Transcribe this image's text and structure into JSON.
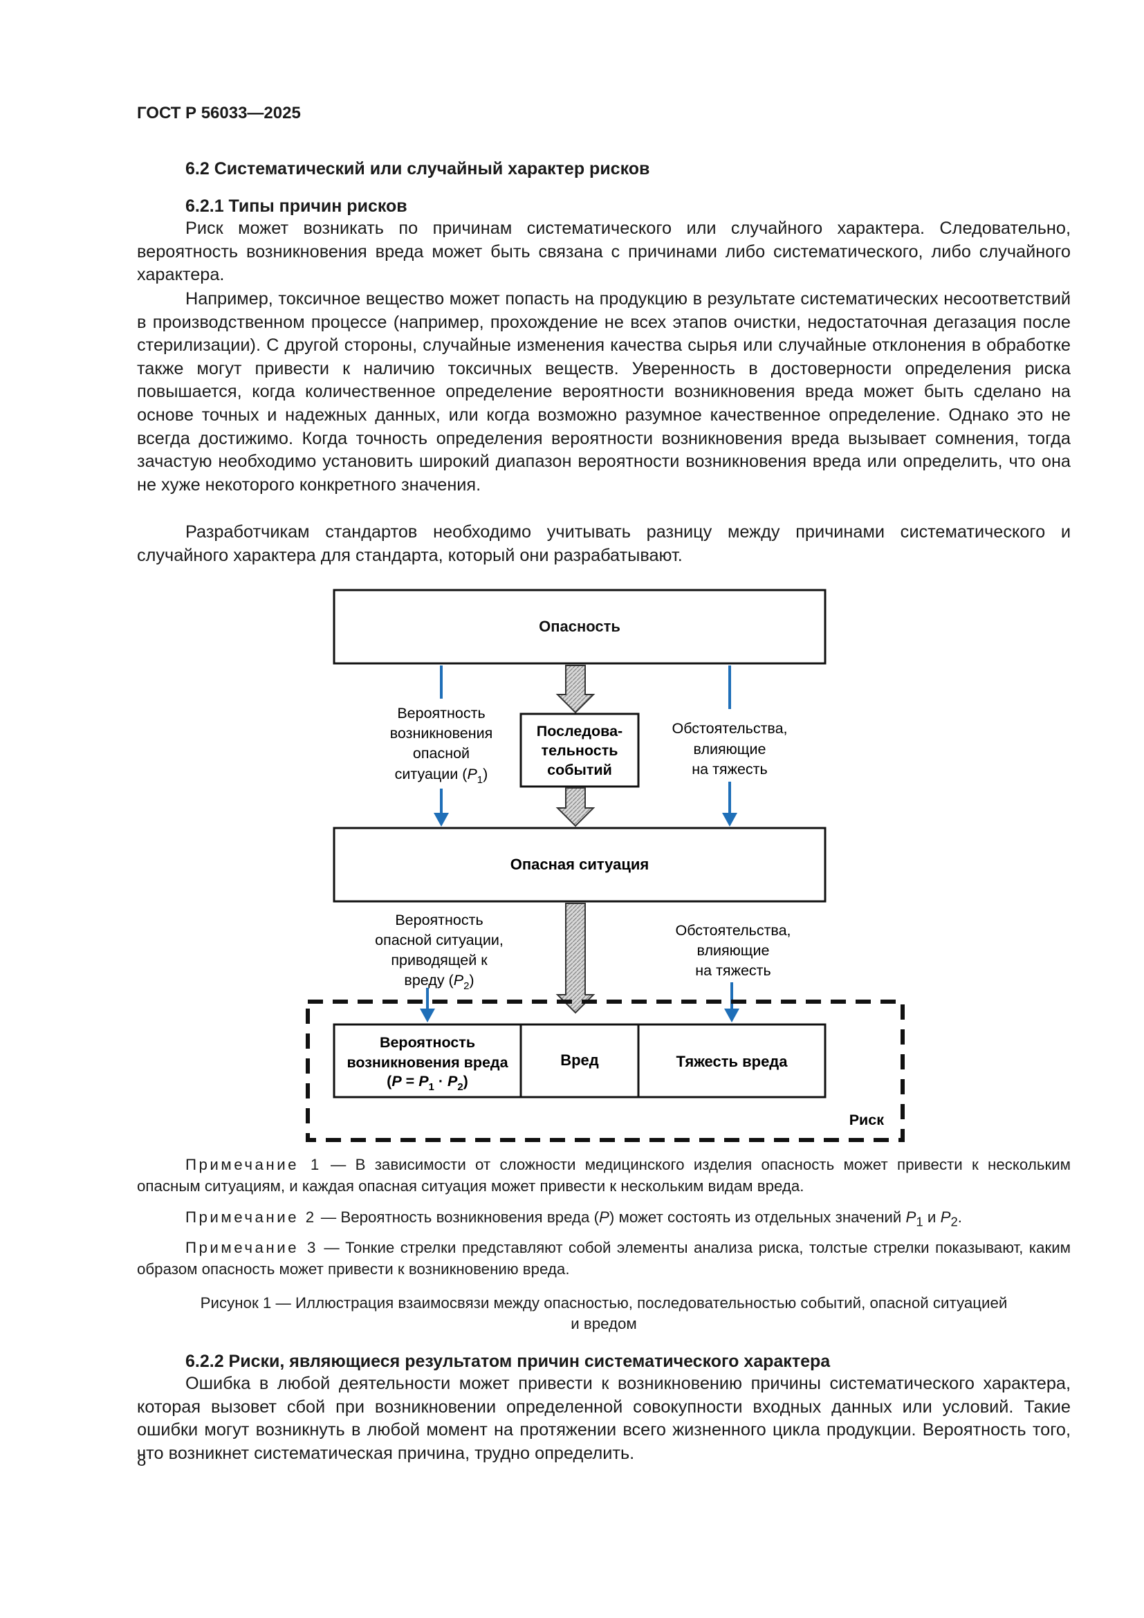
{
  "header": {
    "doc_code": "ГОСТ Р 56033—2025"
  },
  "sections": {
    "s62_title": "6.2 Систематический или случайный характер рисков",
    "s621_title": "6.2.1 Типы причин рисков",
    "s622_title": "6.2.2 Риски, являющиеся результатом причин систематического характера"
  },
  "paragraphs": {
    "p1": "Риск может возникать по причинам систематического или случайного характера. Следовательно, вероятность возникновения вреда может быть связана с причинами либо систематического, либо случайного характера.",
    "p2": "Например, токсичное вещество может попасть на продукцию в результате систематических несоответствий в производственном процессе (например, прохождение не всех этапов очистки, недостаточная дегазация после стерилизации). С другой стороны, случайные изменения качества сырья или случайные отклонения в обработке также могут привести к наличию токсичных веществ. Уверенность в достоверности определения риска повышается, когда количественное определение вероятности возникновения вреда может быть сделано на основе точных и надежных данных, или когда возможно разумное качественное определение. Однако это не всегда достижимо. Когда точность определения вероятности возникновения вреда вызывает сомнения, тогда зачастую необходимо установить широкий диапазон вероятности возникновения вреда или определить, что она не хуже некоторого конкретного значения.",
    "p3": "Разработчикам стандартов необходимо учитывать разницу между причинами систематического и случайного характера для стандарта, который они разрабатывают.",
    "p4": "Ошибка в любой деятельности может привести к возникновению причины систематического характера, которая вызовет сбой при возникновении определенной совокупности входных данных или условий. Такие ошибки могут возникнуть в любой момент на протяжении всего жизненного цикла продукции. Вероятность того, что возникнет систематическая причина, трудно определить."
  },
  "diagram": {
    "hazard": "Опасность",
    "sequence": [
      "Последова-",
      "тельность",
      "событий"
    ],
    "prob_p1": [
      "Вероятность",
      "возникновения",
      "опасной",
      "ситуации ("
    ],
    "p_letter": "P",
    "sub_1": "1",
    "sub_2": "2",
    "close_paren": ")",
    "circ": [
      "Обстоятельства,",
      "влияющие",
      "на тяжесть"
    ],
    "hazardous_situation": "Опасная ситуация",
    "prob_p2": [
      "Вероятность",
      "опасной ситуации,",
      "приводящей к",
      "вреду ("
    ],
    "harm_prob": [
      "Вероятность",
      "возникновения вреда"
    ],
    "formula_open": "(",
    "formula_eq": " = ",
    "formula_dot": " · ",
    "harm": "Вред",
    "severity": "Тяжесть вреда",
    "risk": "Риск"
  },
  "notes": {
    "n1_label": "Примечание 1",
    "n1_text": " — В зависимости от сложности медицинского изделия опасность может привести к нескольким опасным ситуациям, и каждая опасная ситуация может привести к нескольким видам вреда.",
    "n2_label": "Примечание 2",
    "n2_text_a": " — Вероятность возникновения вреда (",
    "n2_text_b": ") может состоять из отдельных значений ",
    "n2_text_c": " и ",
    "n2_end": ".",
    "n3_label": "Примечание 3",
    "n3_text": " — Тонкие стрелки представляют собой элементы анализа риска, толстые стрелки показывают, каким образом опасность может привести к возникновению вреда."
  },
  "figure_caption": {
    "line1": "Рисунок 1 — Иллюстрация взаимосвязи между опасностью, последовательностью событий, опасной ситуацией",
    "line2": "и вредом"
  },
  "page_number": "8",
  "colors": {
    "thin_arrow": "#1f6fb8",
    "thick_arrow": "#a8a8a8"
  }
}
